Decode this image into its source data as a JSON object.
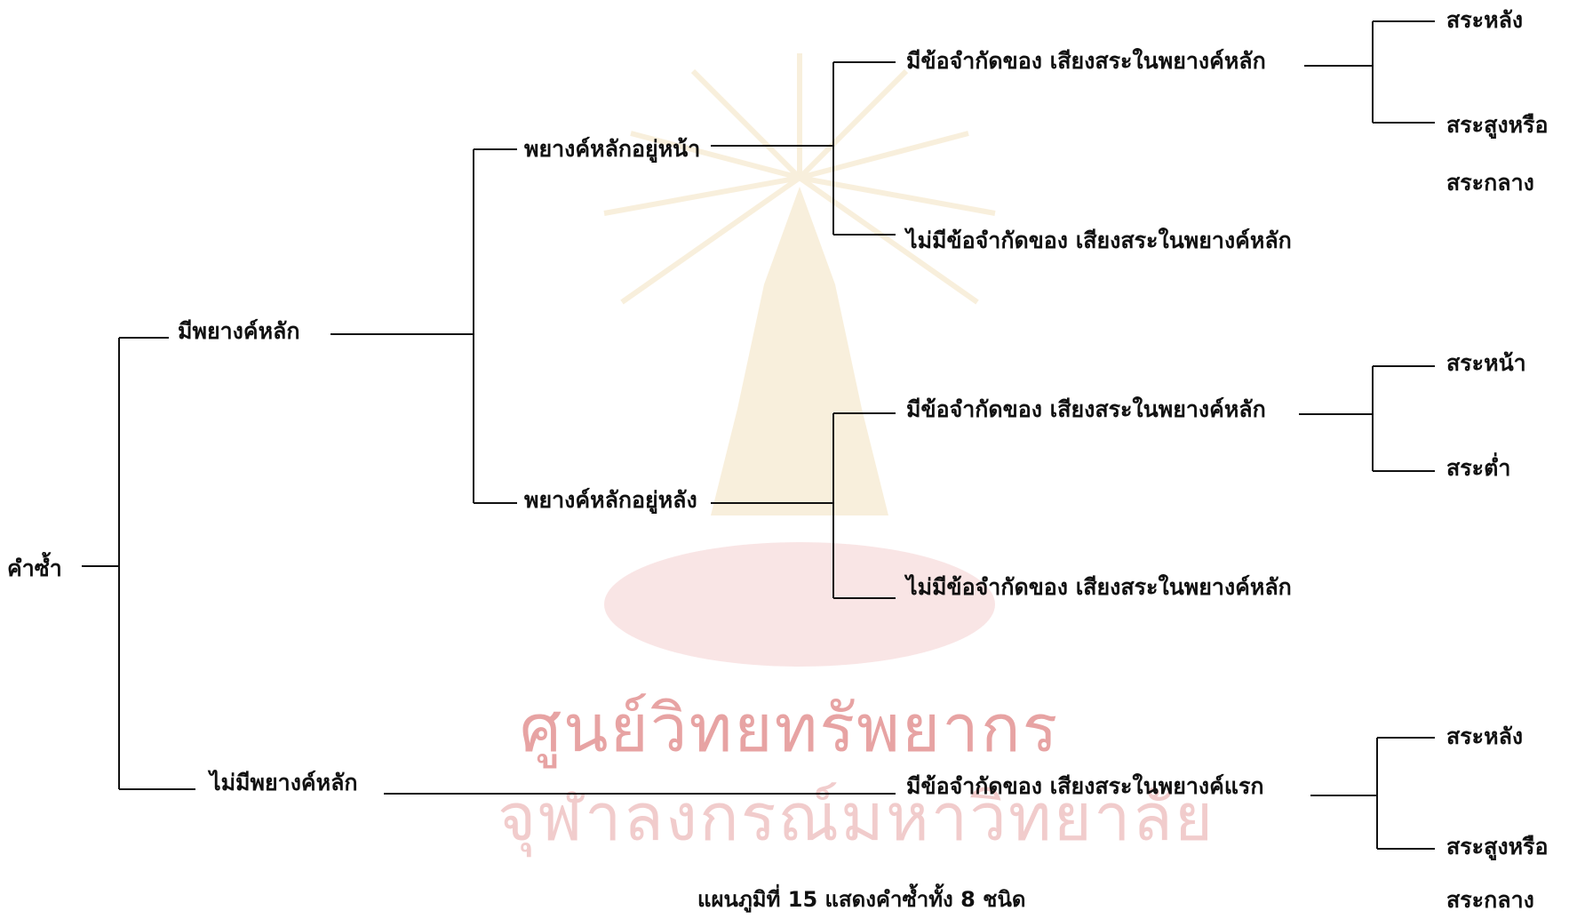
{
  "diagram": {
    "root": "คำซ้ำ",
    "level1": {
      "has_main_syllable": "มีพยางค์หลัก",
      "no_main_syllable": "ไม่มีพยางค์หลัก"
    },
    "level2": {
      "main_front": "พยางค์หลักอยู่หน้า",
      "main_back": "พยางค์หลักอยู่หลัง"
    },
    "level3": {
      "front_restricted": "มีข้อจำกัดของ เสียงสระในพยางค์หลัก",
      "front_unrestricted": "ไม่มีข้อจำกัดของ เสียงสระในพยางค์หลัก",
      "back_restricted": "มีข้อจำกัดของ เสียงสระในพยางค์หลัก",
      "back_unrestricted": "ไม่มีข้อจำกัดของ เสียงสระในพยางค์หลัก",
      "none_restricted": "มีข้อจำกัดของ เสียงสระในพยางค์แรก"
    },
    "leaves": {
      "a_back_vowel": "สระหลัง",
      "a_high_or": "สระสูงหรือ",
      "a_mid": "สระกลาง",
      "b_front_vowel": "สระหน้า",
      "b_low_vowel": "สระต่ำ",
      "c_back_vowel": "สระหลัง",
      "c_high_or": "สระสูงหรือ",
      "c_mid": "สระกลาง"
    },
    "caption": "แผนภูมิที่ 15 แสดงคำซ้ำทั้ง 8 ชนิด"
  },
  "watermark": {
    "line1": "ศูนย์วิทยทรัพยากร",
    "line2": "จุฬาลงกรณ์มหาวิทยาลัย"
  },
  "colors": {
    "ink": "#111111",
    "watermark": "#e7a3a3"
  }
}
